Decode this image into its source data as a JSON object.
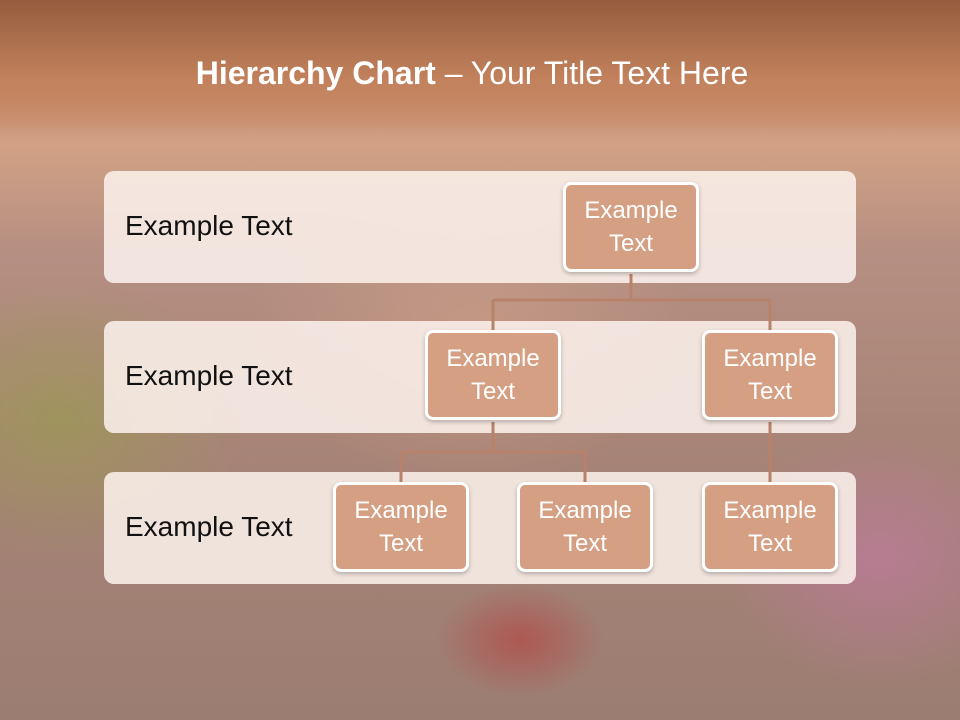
{
  "title": {
    "bold": "Hierarchy Chart",
    "dash": " – ",
    "rest": "Your Title Text Here"
  },
  "levels": [
    {
      "label": "Example Text"
    },
    {
      "label": "Example Text"
    },
    {
      "label": "Example Text"
    }
  ],
  "nodes": {
    "root": "Example Text",
    "l2_left": "Example Text",
    "l2_right": "Example Text",
    "l3_a": "Example Text",
    "l3_b": "Example Text",
    "l3_c": "Example Text"
  },
  "colors": {
    "node_fill": "#d49f83",
    "node_border": "#ffffff",
    "connector": "#b8826a",
    "band_fill": "#faf0ea"
  }
}
